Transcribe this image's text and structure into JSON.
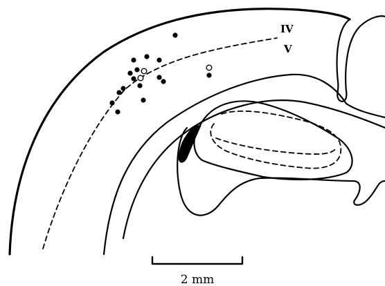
{
  "labels": {
    "layer_iv": "IV",
    "layer_v": "V"
  },
  "scale_bar": {
    "label": "2 mm"
  },
  "markers": {
    "filled_count": 16,
    "open_count": 3
  },
  "colors": {
    "ink": "#000000",
    "background": "#ffffff"
  }
}
